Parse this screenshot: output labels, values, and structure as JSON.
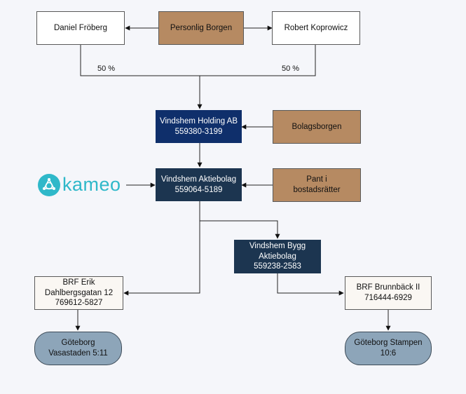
{
  "nodes": {
    "daniel": "Daniel Fröberg",
    "personlig_borgen": "Personlig Borgen",
    "robert": "Robert Koprowicz",
    "holding": "Vindshem Holding AB\n559380-3199",
    "bolagsborgen": "Bolagsborgen",
    "aktiebolag": "Vindshem Aktiebolag\n559064-5189",
    "pant": "Pant i\nbostadsrätter",
    "bygg": "Vindshem Bygg\nAktiebolag\n559238-2583",
    "brf_erik": "BRF Erik\nDahlbergsgatan 12\n769612-5827",
    "brf_brunnback": "BRF Brunnbäck II\n716444-6929",
    "goteborg_vasastaden": "Göteborg\nVasastaden 5:11",
    "goteborg_stampen": "Göteborg Stampen\n10:6"
  },
  "labels": {
    "pct_left": "50 %",
    "pct_right": "50 %"
  },
  "logo": {
    "text": "kameo",
    "icon": "kameo-logo-icon",
    "color": "#2fb8c9"
  },
  "colors": {
    "brown": "#b68a62",
    "navy": "#0f2f6b",
    "dark_blue": "#1c3550",
    "pill": "#8da5b9",
    "background": "#f5f6fa"
  }
}
